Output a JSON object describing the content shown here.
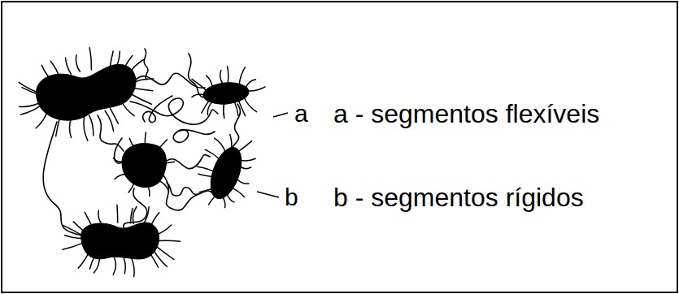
{
  "diagram": {
    "labels": [
      "a",
      "a - segmentos flexíveis",
      "b",
      "b - segmentos rígidos"
    ]
  }
}
